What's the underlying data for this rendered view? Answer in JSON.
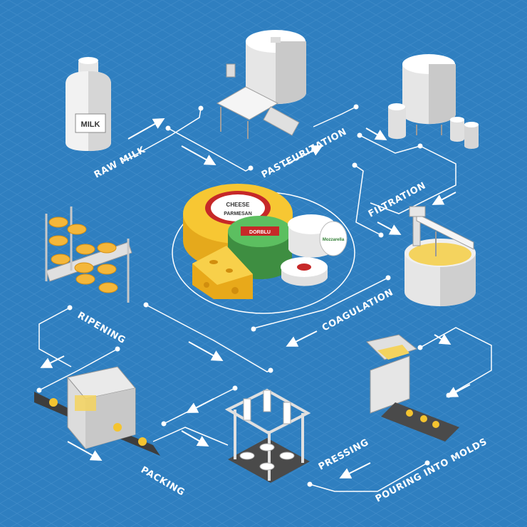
{
  "stages": [
    {
      "id": "raw-milk",
      "label": "RAW MILK",
      "icon": "milk-can-icon"
    },
    {
      "id": "pasteurization",
      "label": "PASTEURIZATION",
      "icon": "pasteurizer-tank-icon"
    },
    {
      "id": "filtration",
      "label": "FILTRATION",
      "icon": "filtration-tanks-icon"
    },
    {
      "id": "coagulation",
      "label": "COAGULATION",
      "icon": "coagulation-vat-icon"
    },
    {
      "id": "pouring",
      "label": "POURING INTO MOLDS",
      "icon": "mold-filler-icon"
    },
    {
      "id": "pressing",
      "label": "PRESSING",
      "icon": "cheese-press-icon"
    },
    {
      "id": "packing",
      "label": "PACKING",
      "icon": "packing-machine-icon"
    },
    {
      "id": "ripening",
      "label": "RIPENING",
      "icon": "ripening-rack-icon"
    }
  ],
  "milk_can_text": "MILK",
  "cheese_labels": {
    "wheel_top": "CHEESE",
    "wheel_band": "PARMESAN",
    "green_wheel": "DORBLU",
    "mozzarella": "Mozzarella"
  },
  "colors": {
    "background": "#2f7fc0",
    "grid": "#4a93cf",
    "connector": "#ffffff",
    "cheese_yellow": "#f4c430",
    "cheese_green": "#4caf50",
    "brand_red": "#c62828"
  }
}
